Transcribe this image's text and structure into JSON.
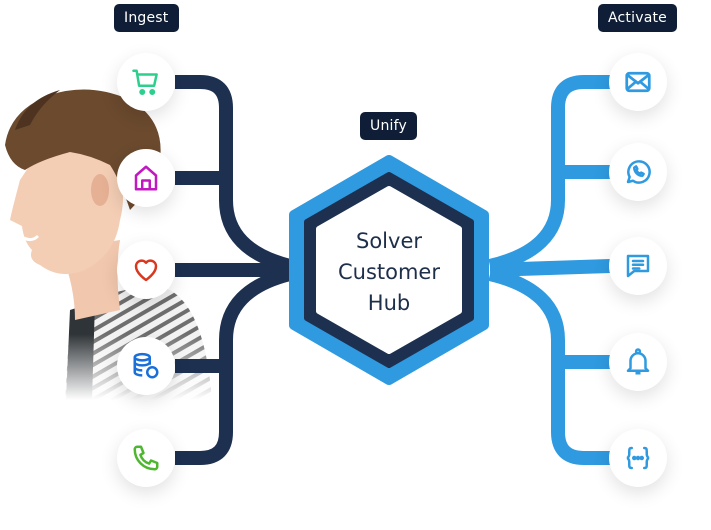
{
  "labels": {
    "ingest": "Ingest",
    "unify": "Unify",
    "activate": "Activate"
  },
  "hub": {
    "line1": "Solver",
    "line2": "Customer",
    "line3": "Hub"
  },
  "colors": {
    "dark_navy": "#1d3050",
    "accent_blue": "#2f9ae0",
    "tag_bg": "#0f1e36",
    "cart": "#2dcf8c",
    "home": "#c218c2",
    "heart": "#d9371e",
    "database": "#1a6fd8",
    "phone": "#4db82f",
    "activate_icons": "#2f9ae0"
  },
  "ingest_nodes": [
    {
      "icon": "shopping-cart-icon"
    },
    {
      "icon": "home-icon"
    },
    {
      "icon": "heart-icon"
    },
    {
      "icon": "database-icon"
    },
    {
      "icon": "phone-icon"
    }
  ],
  "activate_nodes": [
    {
      "icon": "email-icon"
    },
    {
      "icon": "whatsapp-icon"
    },
    {
      "icon": "chat-message-icon"
    },
    {
      "icon": "bell-icon"
    },
    {
      "icon": "code-braces-icon"
    }
  ]
}
